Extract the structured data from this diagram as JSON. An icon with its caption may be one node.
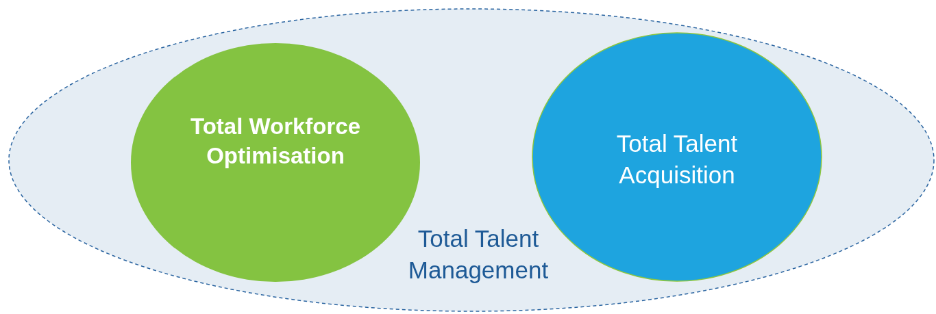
{
  "diagram": {
    "nodes": [
      {
        "text": [
          "Total Talent Management"
        ]
      },
      {
        "text": [
          "Total Workforce Optimisation"
        ],
        "in": 0
      },
      {
        "text": [
          "Total Talent Acquisition"
        ],
        "in": 0
      }
    ]
  }
}
